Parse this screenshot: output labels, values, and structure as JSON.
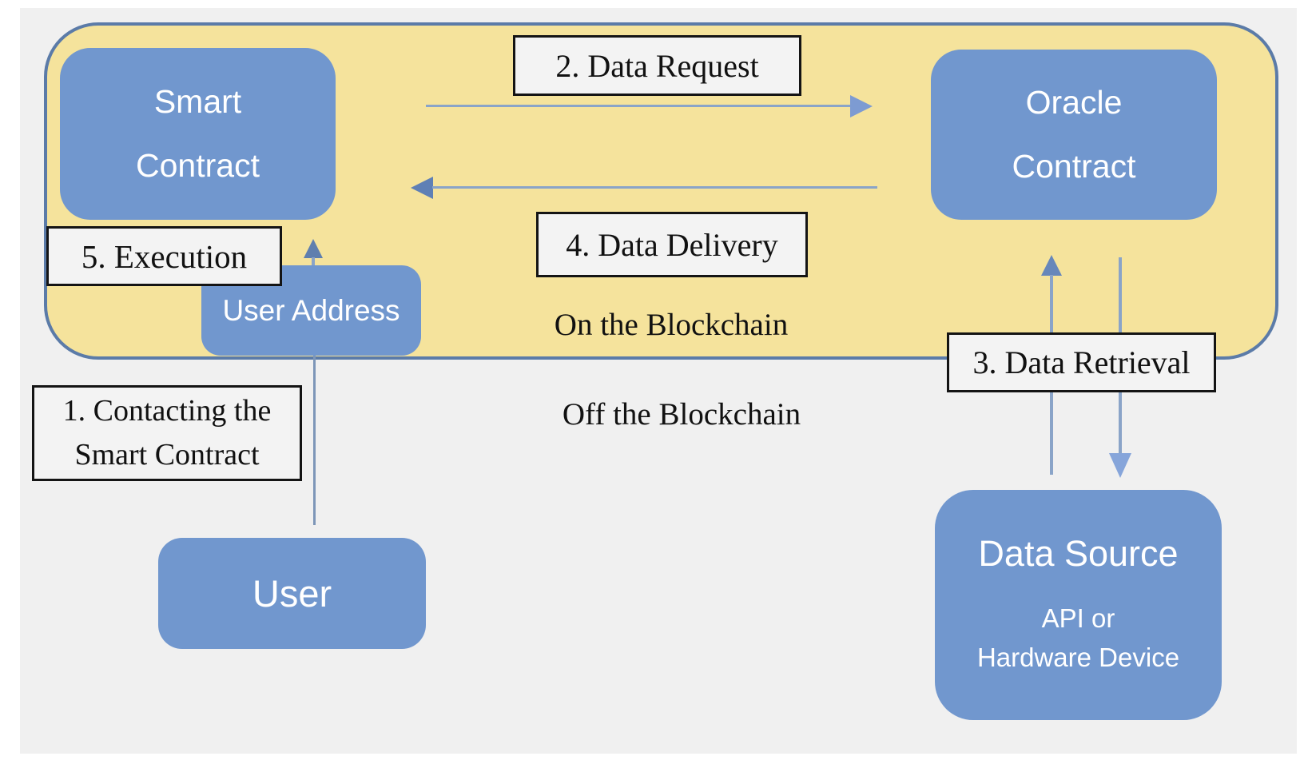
{
  "zones": {
    "on_chain": {
      "label": "On the Blockchain"
    },
    "off_chain": {
      "label": "Off the Blockchain"
    }
  },
  "nodes": {
    "smart_contract": {
      "line1": "Smart",
      "line2": "Contract"
    },
    "oracle_contract": {
      "line1": "Oracle",
      "line2": "Contract"
    },
    "user_address": {
      "label": "User Address"
    },
    "user": {
      "label": "User"
    },
    "data_source": {
      "title": "Data Source",
      "subtitle_line1": "API or",
      "subtitle_line2": "Hardware Device"
    }
  },
  "steps": {
    "step1": {
      "line1": "1. Contacting the",
      "line2": "Smart Contract"
    },
    "step2": {
      "label": "2. Data Request"
    },
    "step3": {
      "label": "3. Data Retrieval"
    },
    "step4": {
      "label": "4. Data Delivery"
    },
    "step5": {
      "label": "5. Execution"
    }
  },
  "colors": {
    "page_bg": "#ffffff",
    "panel_bg": "#f0f0f0",
    "zone_fill": "#f5e39c",
    "zone_border": "#5b7ba8",
    "node_fill": "#7197ce",
    "node_text": "#ffffff",
    "label_bg": "#f3f3f3",
    "label_border": "#141414",
    "text_dark": "#111111",
    "arrow_shaft": "#8aa4c8",
    "arrow_head_right": "#7d9bd2",
    "arrow_head_left": "#5f80b5",
    "arrow_head_up": "#6787ba",
    "arrow_head_down": "#86a5da",
    "arrow_head_small": "#5f7fae",
    "connector": "#7d96b8"
  }
}
